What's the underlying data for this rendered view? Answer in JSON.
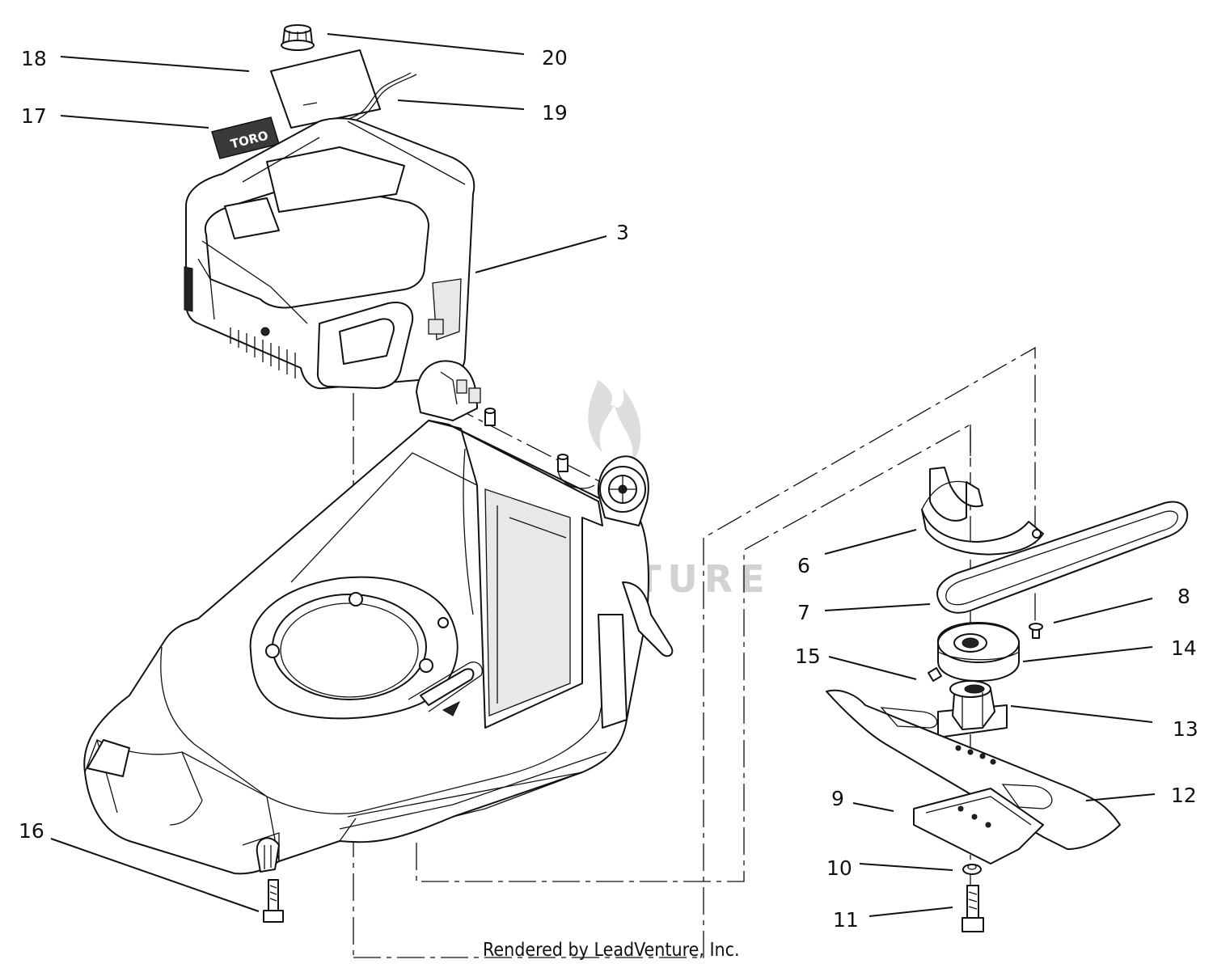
{
  "callouts": [
    {
      "id": "3",
      "label": "3"
    },
    {
      "id": "6",
      "label": "6"
    },
    {
      "id": "7",
      "label": "7"
    },
    {
      "id": "8",
      "label": "8"
    },
    {
      "id": "9",
      "label": "9"
    },
    {
      "id": "10",
      "label": "10"
    },
    {
      "id": "11",
      "label": "11"
    },
    {
      "id": "12",
      "label": "12"
    },
    {
      "id": "13",
      "label": "13"
    },
    {
      "id": "14",
      "label": "14"
    },
    {
      "id": "15",
      "label": "15"
    },
    {
      "id": "16",
      "label": "16"
    },
    {
      "id": "17",
      "label": "17"
    },
    {
      "id": "18",
      "label": "18"
    },
    {
      "id": "19",
      "label": "19"
    },
    {
      "id": "20",
      "label": "20"
    }
  ],
  "decal_text": "TORO",
  "watermark": "LEADVENTURE",
  "credit": "Rendered by LeadVenture, Inc."
}
